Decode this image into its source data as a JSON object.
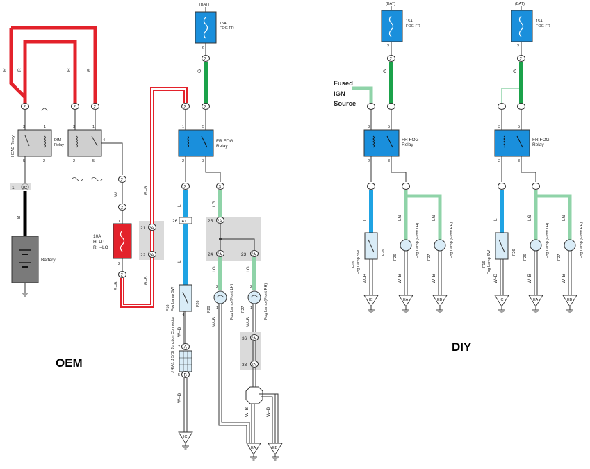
{
  "colors": {
    "red": "#e3222b",
    "green": "#1ba24a",
    "lightgreen": "#8fd3a8",
    "blue": "#1fa3e3",
    "fuse_box": "#1a8fdc",
    "relay_blue": "#1a8fdc",
    "relay_gray": "#cfcfcf",
    "battery": "#7a7a7a",
    "fuse_red": "#e3222b",
    "junction_gray": "#d6d6d6"
  },
  "oem": {
    "title": "OEM",
    "bat": "(BAT)",
    "fuse_15a": "15A",
    "fuse_fog_fr": "FOG FR",
    "fr_fog": "FR FOG",
    "relay": "Relay",
    "head_relay": "HEAD Relay",
    "dim": "DIM",
    "dim_relay": "Relay",
    "battery": "Battery",
    "fuse_10a": "10A",
    "h_lp": "H–LP",
    "rh_lo": "RH–LO",
    "wire_r": "R",
    "wire_b": "B",
    "wire_w": "W",
    "wire_rb": "R–B",
    "wire_g": "G",
    "wire_l": "L",
    "wire_lg": "LG",
    "wire_wb": "W–B",
    "conn_2": "2",
    "conn_3": "3",
    "conn_5": "5",
    "conn_1": "1",
    "conn_4": "4",
    "conn_2c": "2C",
    "conn_2a": "2A",
    "conn_ia1": "IA1",
    "conn_a": "A",
    "conn_b": "B",
    "pin_21": "21",
    "pin_22": "22",
    "pin_25": "25",
    "pin_24": "24",
    "pin_23": "23",
    "pin_26": "26",
    "pin_36": "36",
    "pin_33": "33",
    "pin_7": "7",
    "fog_sw": "Fog Lamp SW",
    "f16": "F16",
    "f26": "F26",
    "f27": "F27",
    "fog_lamp_lh": "Fog Lamp (Front LH)",
    "fog_lamp_rh": "Fog Lamp (Front RH)",
    "junction": "J 4(A), J 5(B) Junction Connector",
    "ground_ic": "IC",
    "ground_ea": "EA",
    "ground_eb": "EB"
  },
  "diy": {
    "title": "DIY",
    "fused_ign_source_1": "Fused",
    "fused_ign_source_2": "IGN",
    "fused_ign_source_3": "Source"
  }
}
